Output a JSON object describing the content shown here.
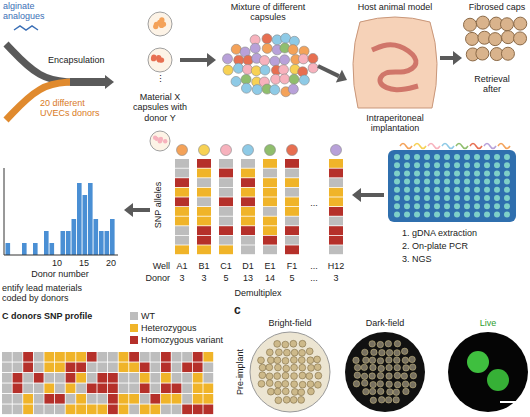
{
  "diagram": {
    "labels": [
      "alginate analogues",
      "Encapsulation",
      "20 different UVECs donors",
      "Material X capsules with donor Y",
      "⋮",
      "Mixture of different capsules",
      "Host animal model",
      "Intraperitoneal implantation",
      "Fibrosed caps",
      "Retrieval after",
      "SNP alleles",
      "...",
      "1. gDNA extraction",
      "2. On-plate PCR",
      "3. NGS",
      "Well",
      "A1",
      "B1",
      "C1",
      "D1",
      "E1",
      "F1",
      "...",
      "H12",
      "Donor",
      "3",
      "3",
      "5",
      "13",
      "14",
      "5",
      "...",
      "3",
      "Demultiplex",
      "10",
      "15",
      "20",
      "Donor number",
      "entify lead materials coded by donors",
      "C donors SNP profile",
      "c",
      "Bright-field",
      "Dark-field",
      "Live",
      "Pre-implant"
    ],
    "legend": [
      {
        "text": "WT",
        "color": "#bdbdbd"
      },
      {
        "text": "Heterozygous",
        "color": "#f0b429"
      },
      {
        "text": "Homozygous variant",
        "color": "#b5302a"
      }
    ]
  }
}
